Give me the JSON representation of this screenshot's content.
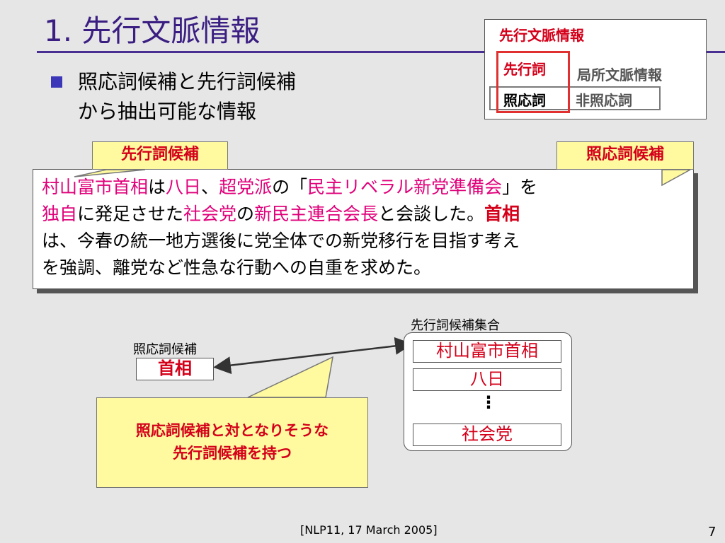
{
  "slide": {
    "title": "1. 先行文脈情報",
    "bullet_line1": "照応詞候補と先行詞候補",
    "bullet_line2": "から抽出可能な情報"
  },
  "legend": {
    "title": "先行文脈情報",
    "antecedent": "先行詞",
    "local_context": "局所文脈情報",
    "anaphor": "照応詞",
    "non_anaphor": "非照応詞"
  },
  "callouts": {
    "antecedent_candidate": "先行詞候補",
    "anaphor_candidate": "照応詞候補"
  },
  "main_text": {
    "t1": "村山富市首相",
    "t2": "は",
    "t3": "八日",
    "t4": "、",
    "t5": "超党派",
    "t6": "の「",
    "t7": "民主リベラル新党準備会",
    "t8": "」を",
    "t9": "独自",
    "t10": "に発足させた",
    "t11": "社会党",
    "t12": "の",
    "t13": "新民主連合会長",
    "t14": "と会談した。",
    "t15": "首相",
    "t16": "は、今春の統一地方選後に党全体での新党移行を目指す考え",
    "t17": "を強調、離党など性急な行動への自重を求めた。"
  },
  "diagram": {
    "anaphor_candidate_label": "照応詞候補",
    "anaphor_candidate_value": "首相",
    "antecedent_set_label": "先行詞候補集合",
    "candidates": [
      "村山富市首相",
      "八日",
      "社会党"
    ],
    "ellipsis": "⋮",
    "note_line1": "照応詞候補と対となりそうな",
    "note_line2": "先行詞候補を持つ"
  },
  "footer": {
    "citation": "[NLP11, 17 March 2005]",
    "page_number": "7"
  },
  "colors": {
    "title": "#3a1e82",
    "emphasis_red": "#d4001a",
    "emphasis_pink": "#e0007a",
    "callout_fill": "#fffaa0"
  }
}
